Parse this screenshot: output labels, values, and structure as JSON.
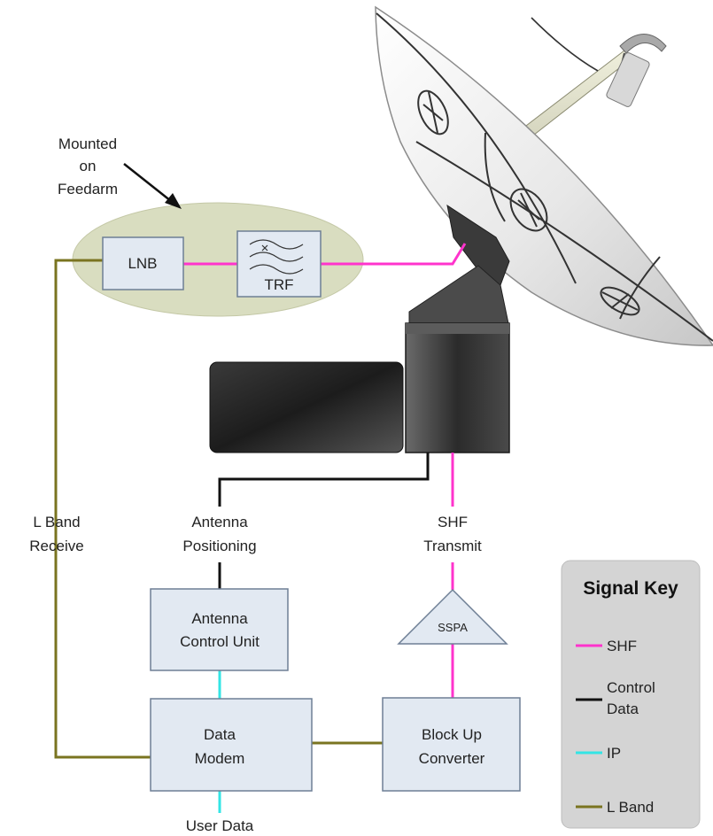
{
  "callout": {
    "line1": "Mounted",
    "line2": "on",
    "line3": "Feedarm"
  },
  "components": {
    "lnb": "LNB",
    "trf": "TRF",
    "acu_line1": "Antenna",
    "acu_line2": "Control Unit",
    "modem_line1": "Data",
    "modem_line2": "Modem",
    "buc_line1": "Block Up",
    "buc_line2": "Converter",
    "sspa": "SSPA"
  },
  "links": {
    "lband_line1": "L Band",
    "lband_line2": "Receive",
    "antpos_line1": "Antenna",
    "antpos_line2": "Positioning",
    "shftx_line1": "SHF",
    "shftx_line2": "Transmit",
    "user_data": "User Data"
  },
  "legend": {
    "title": "Signal Key",
    "shf": "SHF",
    "control_line1": "Control",
    "control_line2": "Data",
    "ip": "IP",
    "lband": "L Band"
  },
  "colors": {
    "shf": "#ff33cc",
    "control": "#111111",
    "ip": "#33e5e5",
    "lband": "#7a7420",
    "box_fill": "#e2e9f2",
    "ellipse_fill": "#d9ddc0",
    "legend_fill": "#d4d4d4"
  }
}
